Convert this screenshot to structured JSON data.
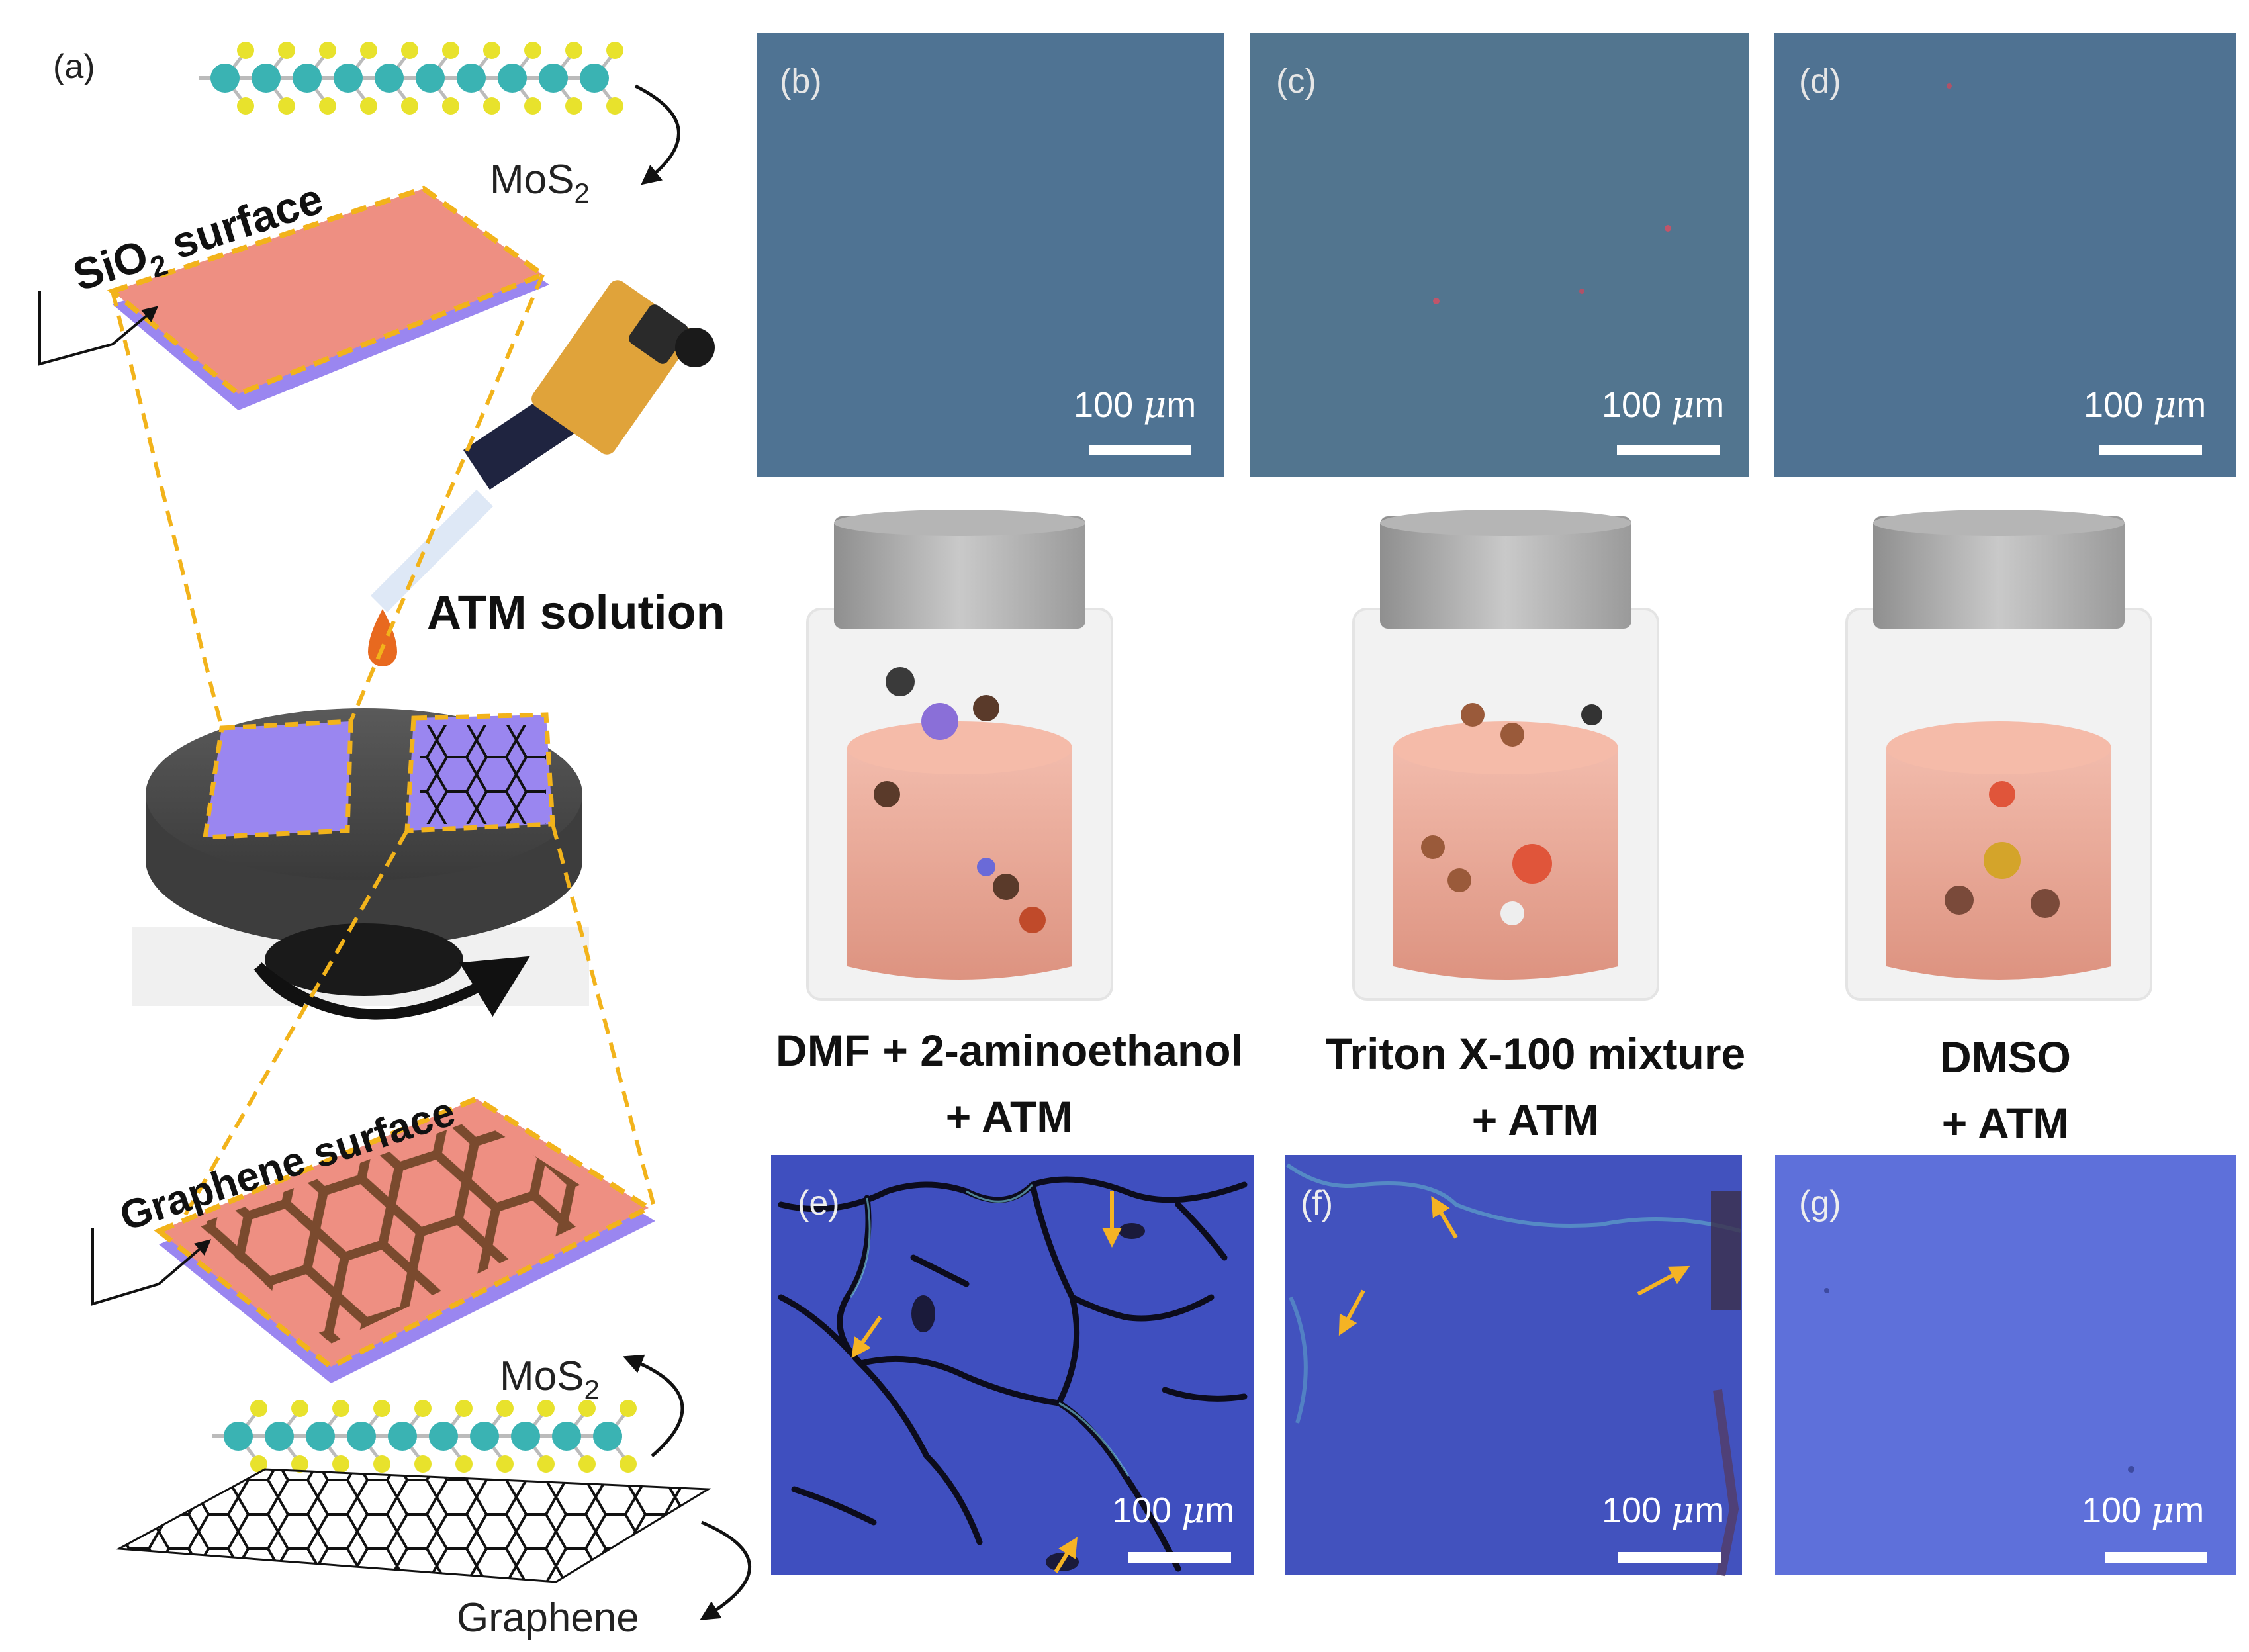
{
  "figure": {
    "panel_labels": {
      "a": "(a)",
      "b": "(b)",
      "c": "(c)",
      "d": "(d)",
      "e": "(e)",
      "f": "(f)",
      "g": "(g)"
    },
    "schematic": {
      "sio2_main": "SiO",
      "sio2_sub": "2",
      "sio2_rest": " surface",
      "mos2_main": "MoS",
      "mos2_sub": "2",
      "atm_solution": "ATM solution",
      "graphene_surface": "Graphene surface",
      "graphene": "Graphene"
    },
    "scale_bar": {
      "value": "100 ",
      "unit_italic": "μ",
      "unit_rest": "m"
    },
    "solutions": [
      {
        "line1": "DMF + 2-aminoethanol",
        "line2": "+ ATM"
      },
      {
        "line1": "Triton X-100 mixture",
        "line2": "+ ATM"
      },
      {
        "line1": "DMSO",
        "line2": "+ ATM"
      }
    ],
    "colors": {
      "sio2_micrograph": "#4f7393",
      "graphene_micrograph_e": "#3f4fbf",
      "graphene_micrograph_f": "#4252be",
      "graphene_micrograph_g": "#5e70da",
      "substrate_pink": "#ee8f82",
      "substrate_purple": "#9a86f0",
      "highlight_dash": "#f2b31b",
      "arrow_yellow": "#f5b324",
      "spin_coater": "#4d4d4d",
      "mo_atom": "#3ab3b3",
      "s_atom": "#e8e22c",
      "liquid": "#f0a58f"
    }
  }
}
